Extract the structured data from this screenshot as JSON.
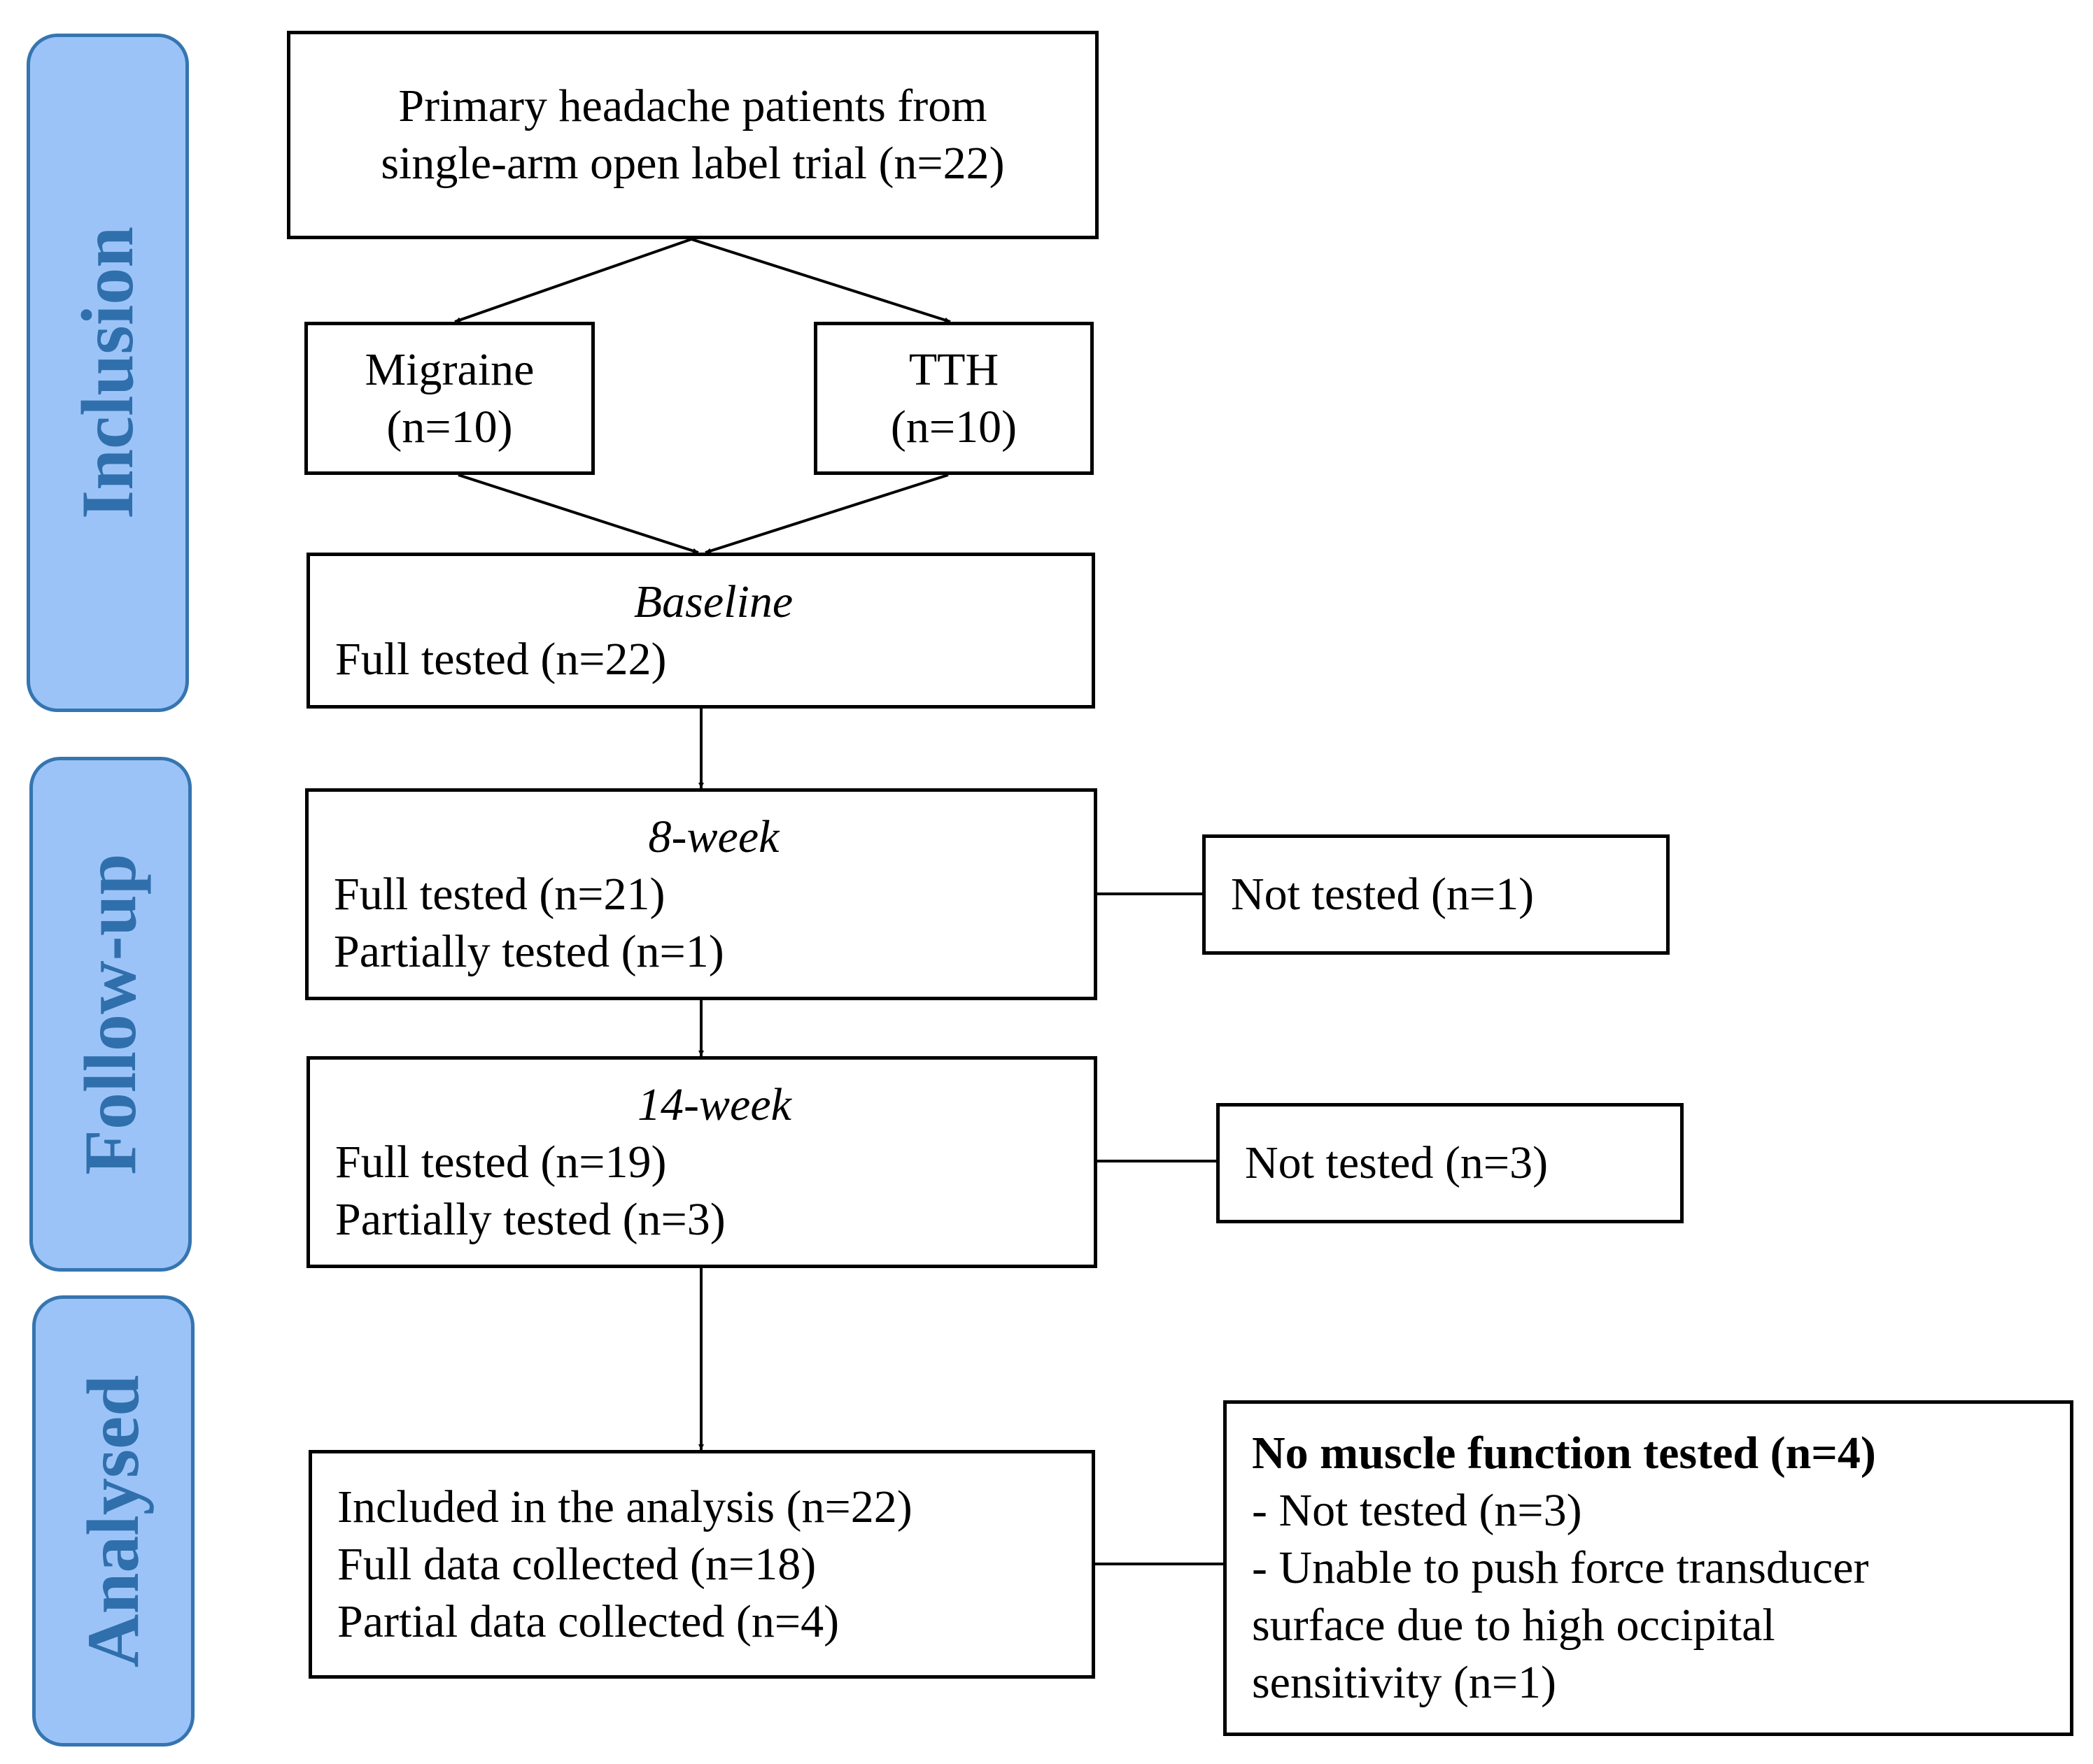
{
  "phases": {
    "inclusion": "Inclusion",
    "follow_up": "Follow-up",
    "analysed": "Analysed"
  },
  "boxes": {
    "primary": [
      "Primary headache patients from",
      "single-arm open label trial (n=22)"
    ],
    "migraine": [
      "Migraine",
      "(n=10)"
    ],
    "tth": [
      "TTH",
      "(n=10)"
    ],
    "baseline": {
      "title": "Baseline",
      "lines": [
        "Full tested (n=22)"
      ]
    },
    "week8": {
      "title": "8-week",
      "lines": [
        "Full tested (n=21)",
        "Partially tested (n=1)"
      ]
    },
    "week8_excluded": "Not tested (n=1)",
    "week14": {
      "title": "14-week",
      "lines": [
        "Full tested (n=19)",
        "Partially tested (n=3)"
      ]
    },
    "week14_excluded": "Not tested (n=3)",
    "analysis": [
      "Included in the analysis (n=22)",
      "Full data collected (n=18)",
      "Partial data collected (n=4)"
    ],
    "no_muscle": {
      "heading": "No muscle function tested (n=4)",
      "lines": [
        "- Not tested (n=3)",
        "- Unable to push force transducer",
        "surface due to high occipital",
        "sensitivity (n=1)"
      ]
    }
  },
  "colors": {
    "phase_fill": "#9cc3f7",
    "phase_border": "#3575b0",
    "phase_text": "#2f6fac",
    "box_border": "#000000"
  }
}
